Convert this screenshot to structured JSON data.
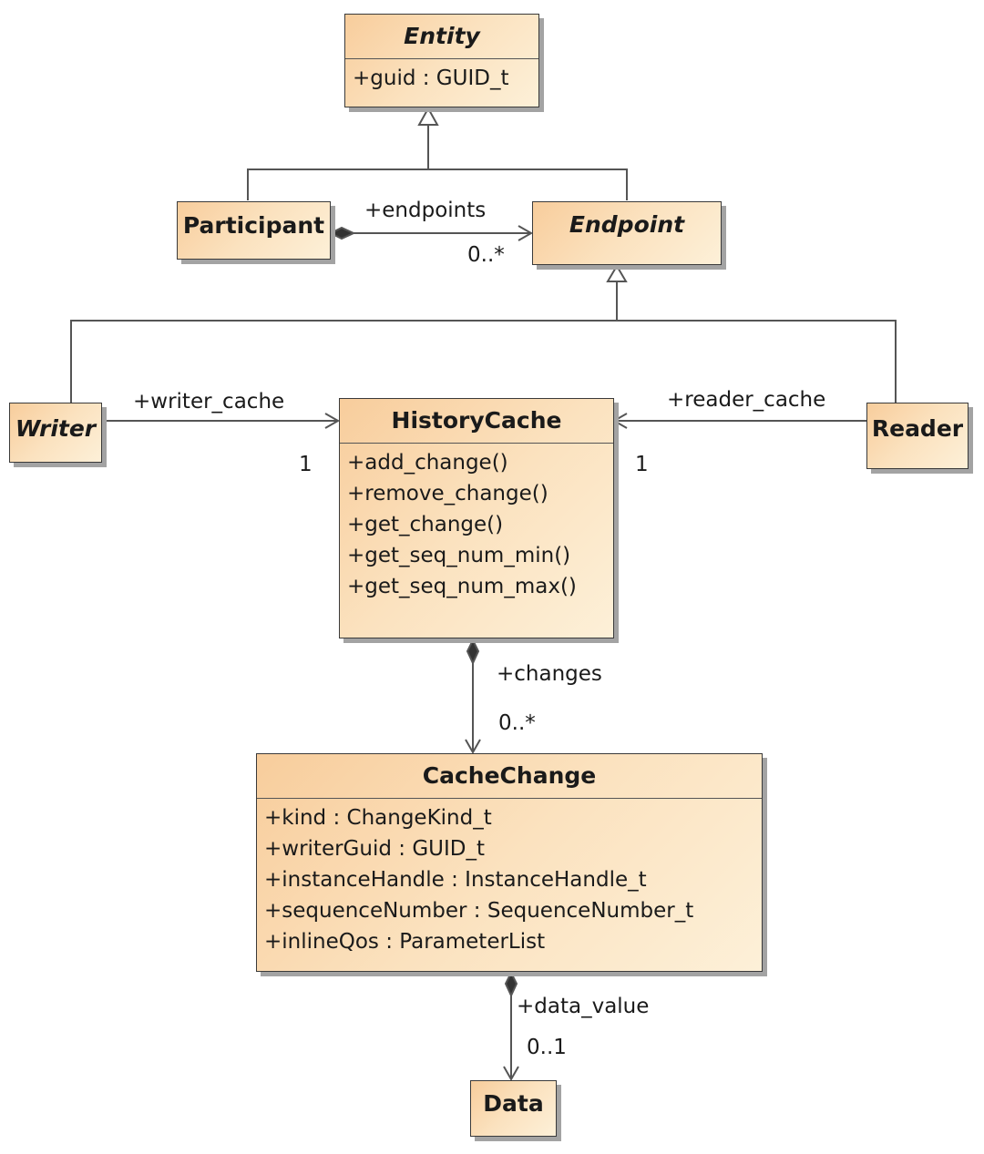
{
  "classes": {
    "entity": {
      "name": "Entity",
      "attributes": [
        "+guid : GUID_t"
      ]
    },
    "participant": {
      "name": "Participant"
    },
    "endpoint": {
      "name": "Endpoint"
    },
    "writer": {
      "name": "Writer"
    },
    "reader": {
      "name": "Reader"
    },
    "history_cache": {
      "name": "HistoryCache",
      "operations": [
        "+add_change()",
        "+remove_change()",
        "+get_change()",
        "+get_seq_num_min()",
        "+get_seq_num_max()"
      ]
    },
    "cache_change": {
      "name": "CacheChange",
      "attributes": [
        "+kind : ChangeKind_t",
        "+writerGuid : GUID_t",
        "+instanceHandle : InstanceHandle_t",
        "+sequenceNumber : SequenceNumber_t",
        "+inlineQos : ParameterList"
      ]
    },
    "data": {
      "name": "Data"
    }
  },
  "associations": {
    "endpoints": {
      "role": "+endpoints",
      "multiplicity": "0..*"
    },
    "writer_cache": {
      "role": "+writer_cache",
      "multiplicity": "1"
    },
    "reader_cache": {
      "role": "+reader_cache",
      "multiplicity": "1"
    },
    "changes": {
      "role": "+changes",
      "multiplicity": "0..*"
    },
    "data_value": {
      "role": "+data_value",
      "multiplicity": "0..1"
    }
  }
}
